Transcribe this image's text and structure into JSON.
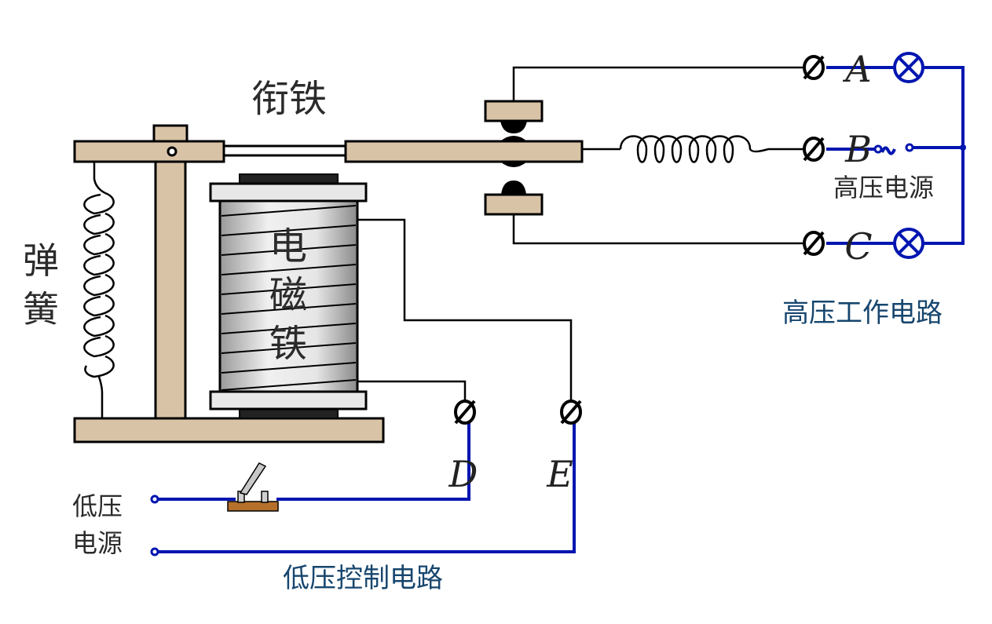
{
  "labels": {
    "armature": "衔铁",
    "spring": "弹簧",
    "electromagnet": "电磁铁",
    "high_voltage_source": "高压电源",
    "high_voltage_circuit": "高压工作电路",
    "low_voltage_source": "低压电源",
    "low_voltage_circuit": "低压控制电路",
    "terminal_a": "A",
    "terminal_b": "B",
    "terminal_c": "C",
    "terminal_d": "D",
    "terminal_e": "E"
  },
  "colors": {
    "frame": "#d9c3a7",
    "outline": "#000000",
    "wire_black": "#000000",
    "wire_blue": "#0015b0",
    "label_blue": "#17466e",
    "switch_base": "#b5702b"
  }
}
